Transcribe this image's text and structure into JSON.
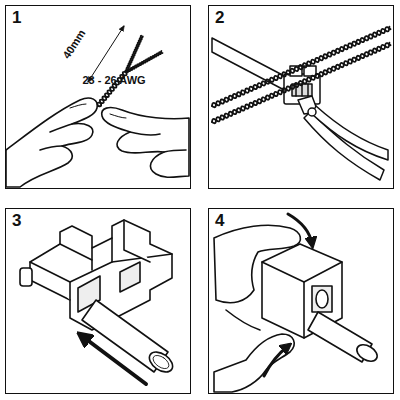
{
  "diagram": {
    "nodes": [
      {
        "text": [
          "1"
        ]
      },
      {
        "text": [
          "2"
        ]
      },
      {
        "text": [
          "3"
        ]
      },
      {
        "text": [
          "4"
        ]
      }
    ],
    "labels": [
      "40mm",
      "23 - 26 AWG"
    ]
  }
}
